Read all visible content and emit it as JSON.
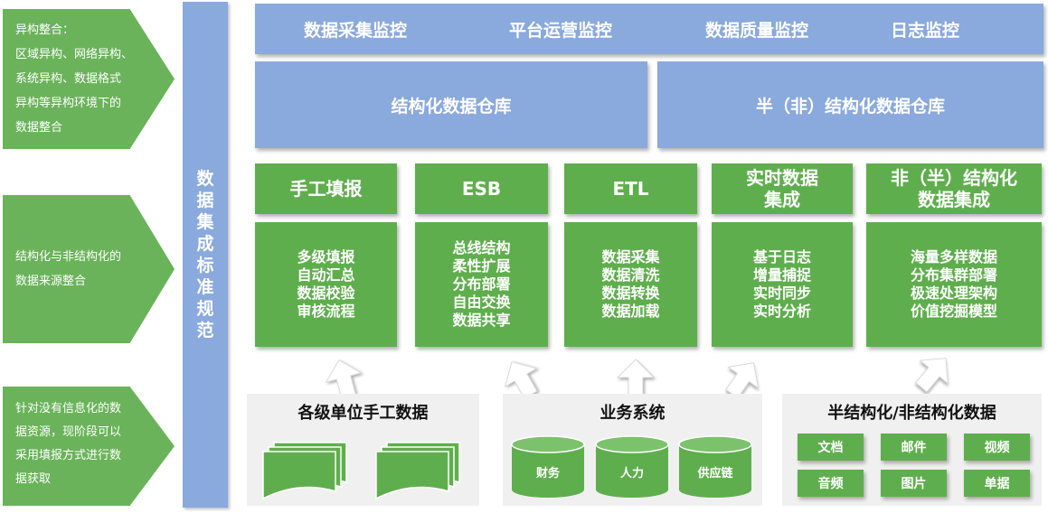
{
  "left_panels": [
    {
      "lines": [
        "异构整合：",
        "区域异构、网络异构、",
        "系统异构、数据格式",
        "异构等异构环境下的",
        "数据整合"
      ]
    },
    {
      "lines": [
        "结构化与非结构化的",
        "数据来源整合"
      ]
    },
    {
      "lines": [
        "针对没有信息化的数",
        "据资源，现阶段可以",
        "采用填报方式进行数",
        "据获取"
      ]
    }
  ],
  "standard_bar": {
    "chars": [
      "数",
      "据",
      "集",
      "成",
      "标",
      "准",
      "规",
      "范"
    ]
  },
  "monitoring": [
    "数据采集监控",
    "平台运营监控",
    "数据质量监控",
    "日志监控"
  ],
  "warehouses": {
    "structured": "结构化数据仓库",
    "semi": "半（非）结构化数据仓库"
  },
  "integration": [
    {
      "title": "手工填报",
      "items": [
        "多级填报",
        "自动汇总",
        "数据校验",
        "审核流程"
      ]
    },
    {
      "title": "ESB",
      "items": [
        "总线结构",
        "柔性扩展",
        "分布部署",
        "自由交换",
        "数据共享"
      ]
    },
    {
      "title": "ETL",
      "items": [
        "数据采集",
        "数据清洗",
        "数据转换",
        "数据加载"
      ]
    },
    {
      "title": "实时数据集成",
      "items": [
        "基于日志",
        "增量捕捉",
        "实时同步",
        "实时分析"
      ]
    },
    {
      "title": "非（半）结构化数据集成",
      "items": [
        "海量多样数据",
        "分布集群部署",
        "极速处理架构",
        "价值挖掘模型"
      ]
    }
  ],
  "sources": {
    "manual": {
      "title": "各级单位手工数据"
    },
    "business": {
      "title": "业务系统",
      "systems": [
        "财务",
        "人力",
        "供应链"
      ]
    },
    "semi": {
      "title": "半结构化/非结构化数据",
      "types": [
        "文档",
        "邮件",
        "视频",
        "音频",
        "图片",
        "单据"
      ]
    }
  },
  "colors": {
    "green": "#5fae4d",
    "blue": "#8aa9dc",
    "panel_gray": "#f0f0f0"
  }
}
